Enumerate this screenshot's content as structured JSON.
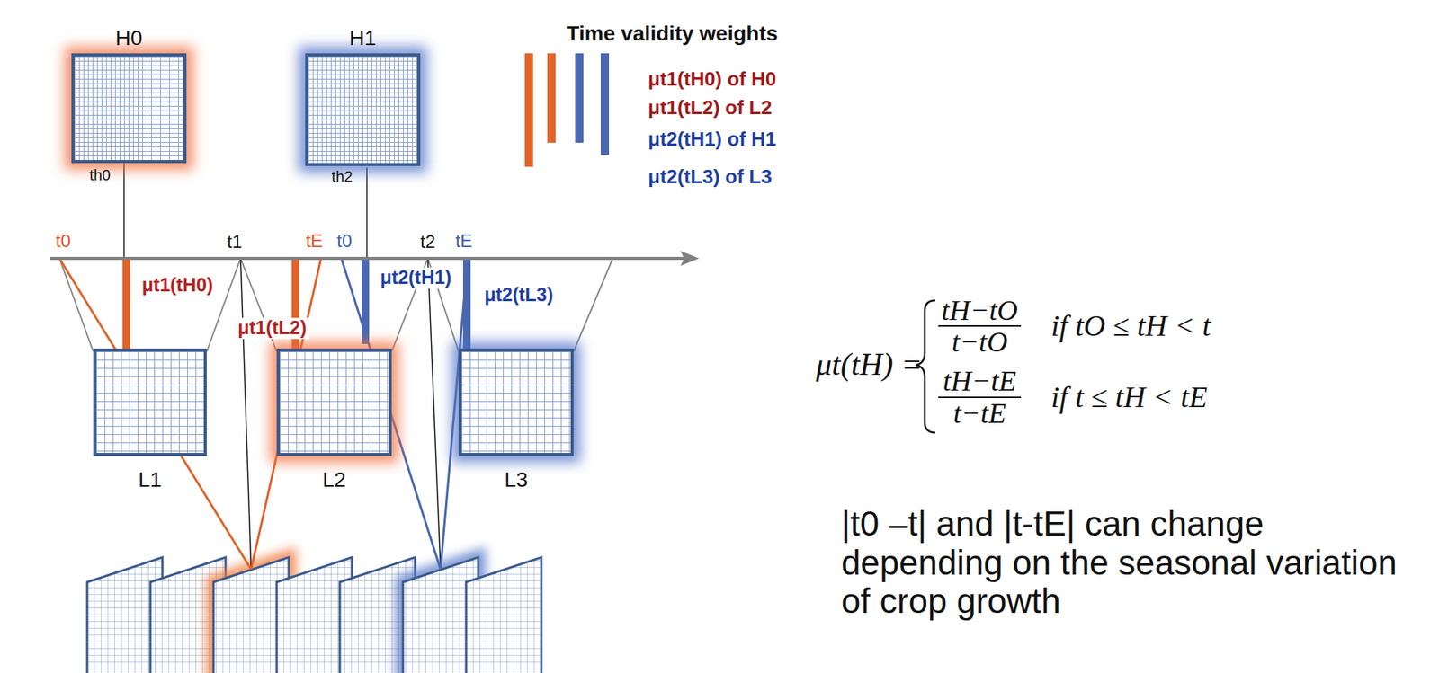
{
  "diagram": {
    "nodes": [
      {
        "text": [
          "H0"
        ]
      },
      {
        "text": [
          "H1"
        ]
      },
      {
        "text": [
          "L1"
        ]
      },
      {
        "text": [
          "L2"
        ]
      },
      {
        "text": [
          "L3"
        ]
      }
    ],
    "labels": [
      "Time validity weights",
      "th0",
      "th2",
      "t0",
      "t1",
      "tE",
      "t0",
      "t2",
      "tE",
      "μt1(tH0)",
      "μt1(tL2)",
      "μt2(tH1)",
      "μt2(tL3)",
      "μt(tH) =",
      "tH−tO",
      "t−tO",
      "if tO ≤ tH < t",
      "tH−tE",
      "t−tE",
      "if t ≤ tH < tE",
      "|t0 –t| and |t-tE| can change depending on the seasonal variation of crop growth"
    ],
    "legend": [
      {
        "text": "μt1(tH0) of H0",
        "color": "#e0632a"
      },
      {
        "text": "μt1(tL2) of L2",
        "color": "#e0632a"
      },
      {
        "text": "μt2(tH1) of H1",
        "color": "#4a68b0"
      },
      {
        "text": "μt2(tL3) of L3",
        "color": "#4a68b0"
      }
    ]
  }
}
